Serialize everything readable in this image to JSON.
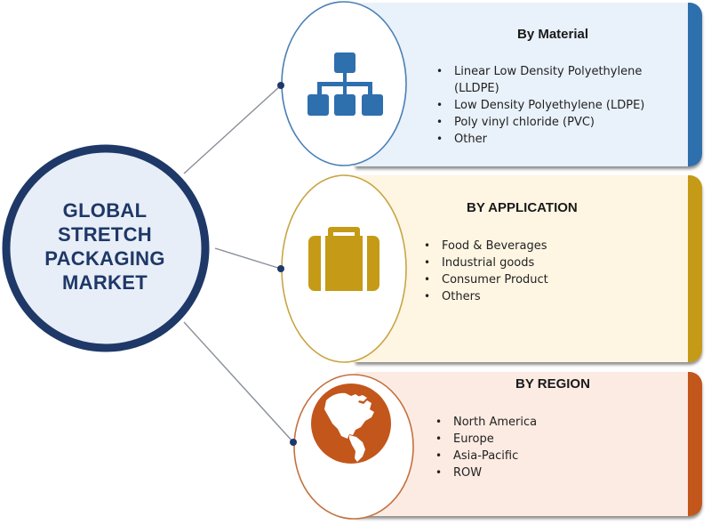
{
  "center": {
    "lines": [
      "GLOBAL",
      "STRETCH",
      "PACKAGING",
      "MARKET"
    ]
  },
  "segments": [
    {
      "id": "material",
      "title": "By Material",
      "icon": "hierarchy-icon",
      "accent_color": "#2e6fae",
      "items": [
        "Linear Low Density Polyethylene (LLDPE)",
        "Low Density Polyethylene (LDPE)",
        "Poly vinyl chloride (PVC)",
        "Other"
      ]
    },
    {
      "id": "application",
      "title": "BY APPLICATION",
      "icon": "briefcase-icon",
      "accent_color": "#c59a16",
      "items": [
        "Food & Beverages",
        "Industrial goods",
        "Consumer Product",
        "Others"
      ]
    },
    {
      "id": "region",
      "title": "BY REGION",
      "icon": "globe-icon",
      "accent_color": "#c3561b",
      "items": [
        "North America",
        "Europe",
        "Asia-Pacific",
        "ROW"
      ]
    }
  ],
  "colors": {
    "center_ring": "#1e3868",
    "center_fill": "#e8eef7",
    "connector": "#8a8f99",
    "node_dot": "#1e3868"
  }
}
